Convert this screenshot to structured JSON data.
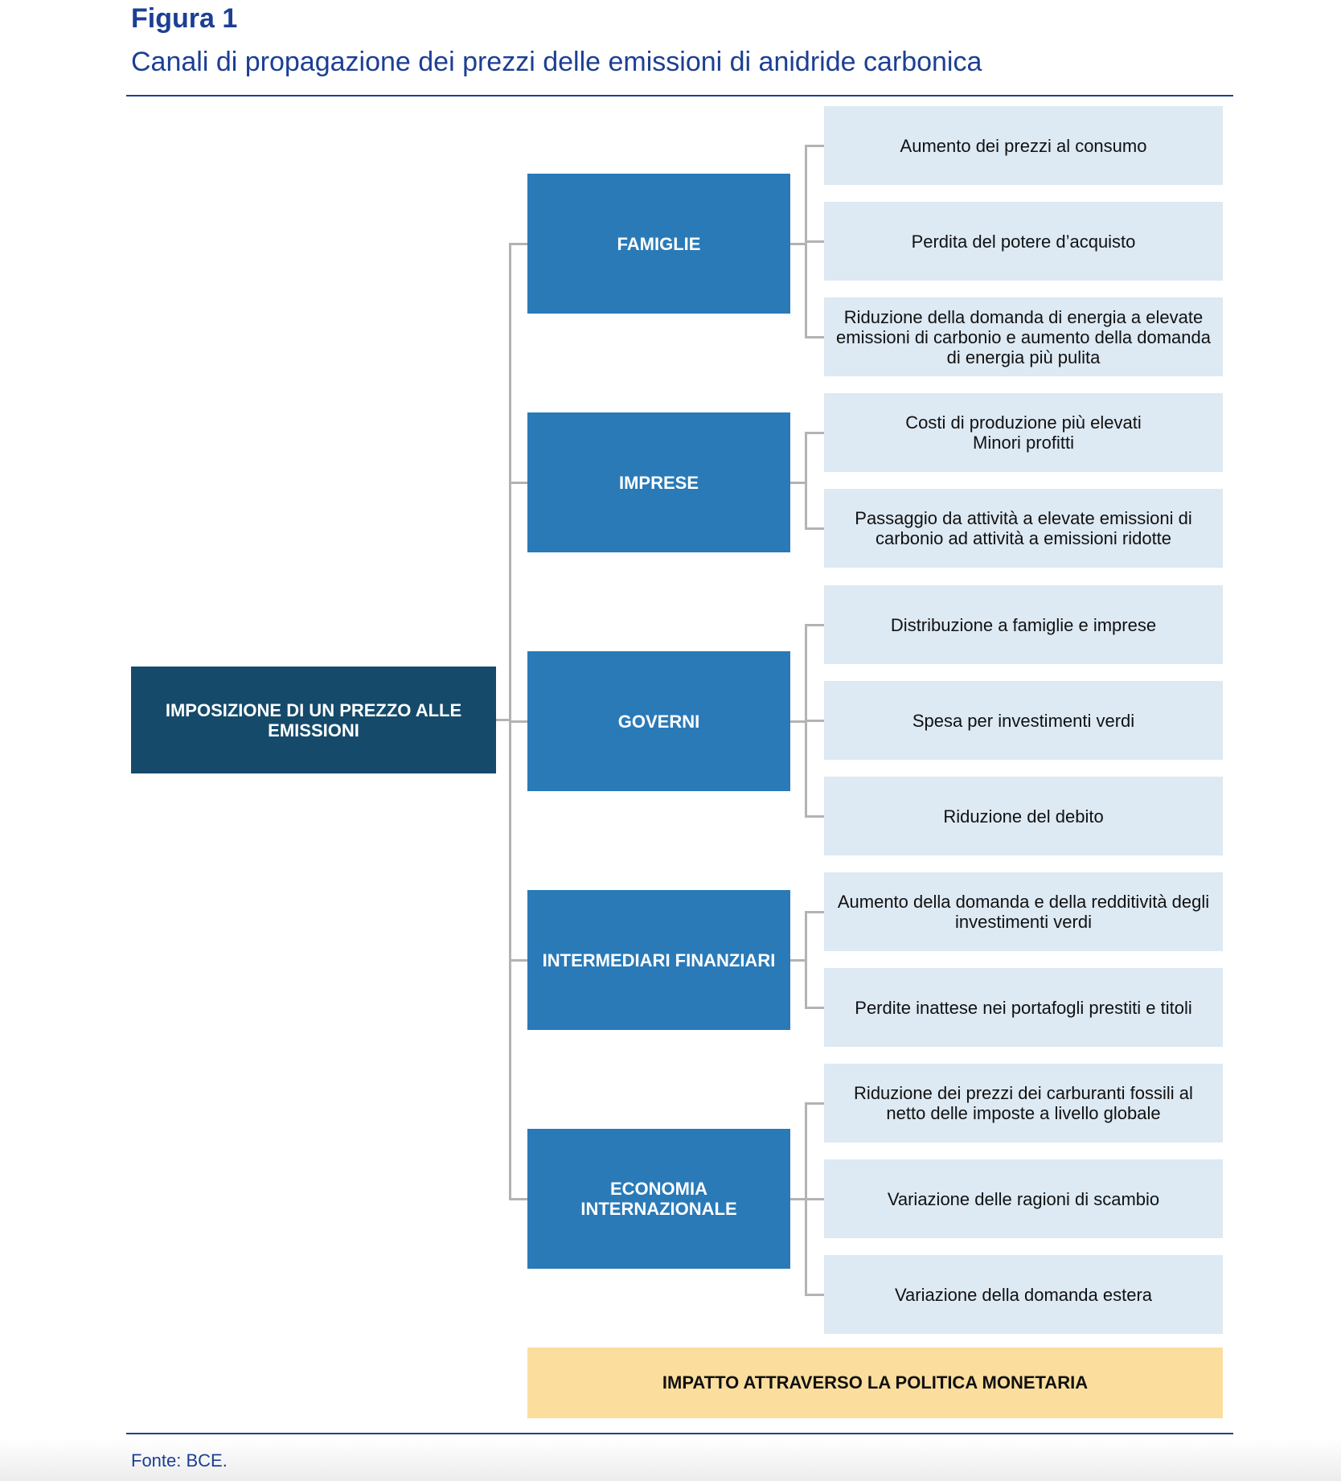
{
  "figure": {
    "label": "Figura 1",
    "title": "Canali di propagazione dei prezzi delle emissioni di anidride carbonica",
    "source": "Fonte: BCE."
  },
  "colors": {
    "title_blue": "#1c3f94",
    "root_fill": "#154a6b",
    "category_fill": "#2a7ab8",
    "leaf_fill": "#dde9f3",
    "footer_fill": "#fbde9d",
    "connector": "#b3b3b3"
  },
  "root": {
    "label": "IMPOSIZIONE DI UN PREZZO ALLE EMISSIONI"
  },
  "categories": [
    {
      "label": "FAMIGLIE",
      "effects": [
        "Aumento dei prezzi al consumo",
        "Perdita del potere d’acquisto",
        "Riduzione della domanda di energia a elevate emissioni di carbonio e aumento della domanda di energia più pulita"
      ]
    },
    {
      "label": "IMPRESE",
      "effects": [
        "Costi di produzione più elevati\nMinori profitti",
        "Passaggio da attività a elevate emissioni di carbonio ad attività a emissioni ridotte"
      ]
    },
    {
      "label": "GOVERNI",
      "effects": [
        "Distribuzione a famiglie e imprese",
        "Spesa per investimenti verdi",
        "Riduzione del debito"
      ]
    },
    {
      "label": "INTERMEDIARI FINANZIARI",
      "effects": [
        "Aumento della domanda e della redditività degli investimenti verdi",
        "Perdite inattese nei portafogli prestiti e titoli"
      ]
    },
    {
      "label": "ECONOMIA INTERNAZIONALE",
      "effects": [
        "Riduzione dei prezzi dei carburanti fossili al netto delle imposte a livello globale",
        "Variazione delle ragioni di scambio",
        "Variazione della domanda estera"
      ]
    }
  ],
  "footer": {
    "label": "IMPATTO ATTRAVERSO LA POLITICA MONETARIA"
  }
}
